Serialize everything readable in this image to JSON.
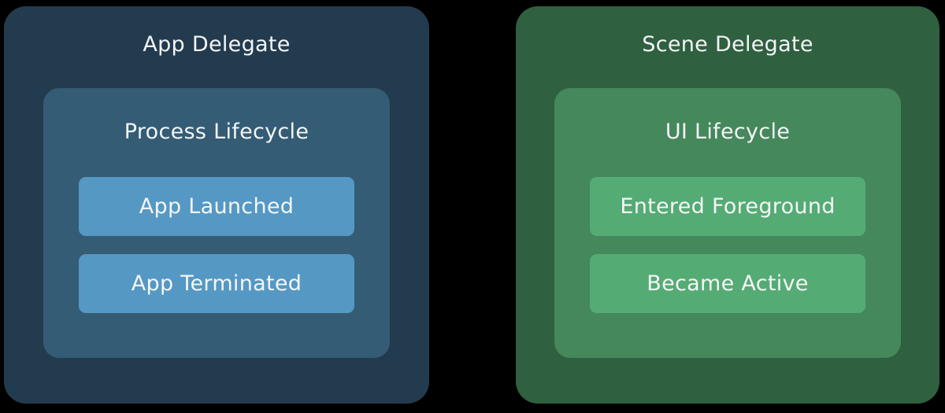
{
  "canvas": {
    "background": "#000000",
    "text_color": "#F2F5F6"
  },
  "panels": [
    {
      "id": "app-delegate",
      "title": "App Delegate",
      "card_title": "Process Lifecycle",
      "buttons": [
        "App Launched",
        "App Terminated"
      ],
      "colors": {
        "outer": "#233B4E",
        "inner": "#345C74",
        "button": "#5598C4"
      }
    },
    {
      "id": "scene-delegate",
      "title": "Scene Delegate",
      "card_title": "UI Lifecycle",
      "buttons": [
        "Entered Foreground",
        "Became Active"
      ],
      "colors": {
        "outer": "#2F6040",
        "inner": "#45885C",
        "button": "#55AB74"
      }
    }
  ]
}
